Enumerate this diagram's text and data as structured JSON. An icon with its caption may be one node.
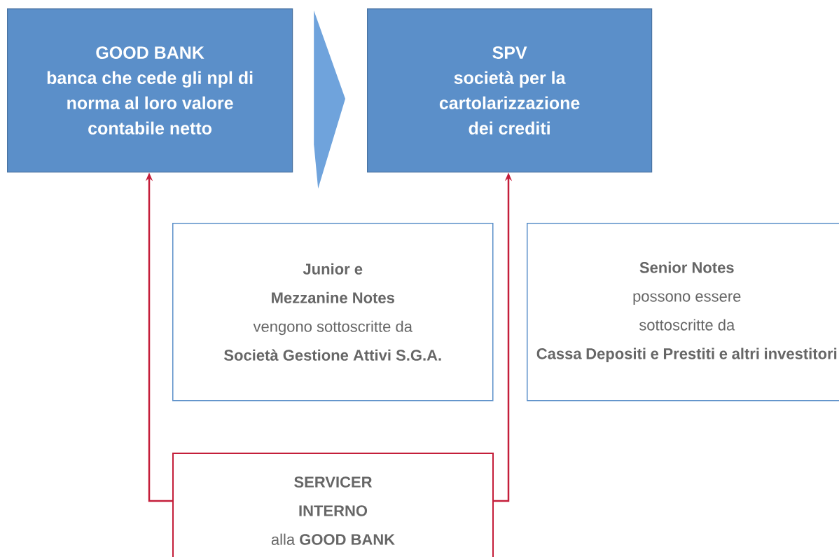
{
  "diagram": {
    "nodes": [
      {
        "text": [
          "GOOD BANK",
          "banca che cede gli npl di norma al loro valore contabile netto"
        ]
      },
      {
        "text": [
          "SPV",
          "società per la cartolarizzazione dei crediti"
        ]
      },
      {
        "text": [
          "Junior e Mezzanine Notes",
          "vengono sottoscritte da",
          "Società Gestione Attivi S.G.A."
        ]
      },
      {
        "text": [
          "Senior Notes",
          "possono essere sottoscritte da",
          "Cassa Depositi e Prestiti e altri investitori"
        ]
      },
      {
        "text": [
          "SERVICER INTERNO",
          "alla **GOOD BANK**"
        ]
      }
    ],
    "edges": [
      {
        "from": 0,
        "to": 1,
        "arrow": "to",
        "style": "thick",
        "color": "#6fa3dc"
      },
      {
        "from": 4,
        "to": 0,
        "arrow": "to"
      },
      {
        "from": 4,
        "to": 1,
        "arrow": "to"
      }
    ]
  }
}
